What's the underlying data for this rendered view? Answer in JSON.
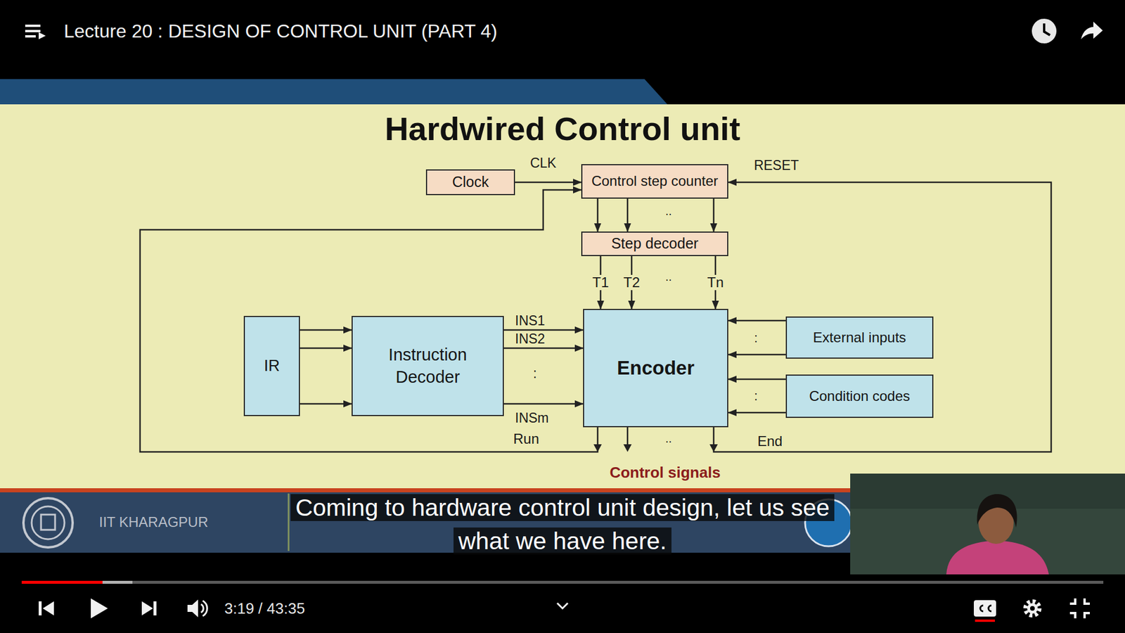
{
  "diagram": {
    "title": "Hardwired Control unit",
    "nodes": [
      {
        "text": [
          "Clock"
        ]
      },
      {
        "text": [
          "Control step counter"
        ]
      },
      {
        "text": [
          "Step decoder"
        ]
      },
      {
        "text": [
          "IR"
        ]
      },
      {
        "text": [
          "Instruction Decoder"
        ]
      },
      {
        "text": [
          "Encoder"
        ]
      },
      {
        "text": [
          "External inputs"
        ]
      },
      {
        "text": [
          "Condition codes"
        ]
      }
    ],
    "edges": [
      {
        "from": 0,
        "to": 1,
        "arrow": "to"
      },
      {
        "from": 1,
        "to": 2,
        "arrow": "to"
      },
      {
        "from": 1,
        "to": 2,
        "arrow": "to"
      },
      {
        "from": 1,
        "to": 2,
        "arrow": "to"
      },
      {
        "from": 2,
        "to": 5,
        "label": "T1",
        "arrow": "to"
      },
      {
        "from": 2,
        "to": 5,
        "label": "T2",
        "arrow": "to"
      },
      {
        "from": 2,
        "to": 5,
        "label": "Tn",
        "arrow": "to"
      },
      {
        "from": 3,
        "to": 4,
        "arrow": "to"
      },
      {
        "from": 3,
        "to": 4,
        "arrow": "to"
      },
      {
        "from": 3,
        "to": 4,
        "arrow": "to"
      },
      {
        "from": 4,
        "to": 5,
        "arrow": "to"
      },
      {
        "from": 4,
        "to": 5,
        "arrow": "to"
      },
      {
        "from": 4,
        "to": 5,
        "arrow": "to"
      },
      {
        "from": 6,
        "to": 5,
        "arrow": "to"
      },
      {
        "from": 6,
        "to": 5,
        "arrow": "to"
      },
      {
        "from": 7,
        "to": 5,
        "arrow": "to"
      },
      {
        "from": 7,
        "to": 5,
        "arrow": "to"
      },
      {
        "from": 5,
        "to": 1,
        "arrow": "to"
      },
      {
        "from": 5,
        "to": 1,
        "arrow": "to"
      }
    ],
    "labels": [
      "Lecture 20 : DESIGN OF CONTROL UNIT (PART 4)",
      "CLK",
      "RESET",
      "..",
      "..",
      "INS1",
      "INS2",
      ":",
      "INSm",
      ":",
      ":",
      "Run",
      "..",
      "End",
      "Control signals",
      "IIT KHARAGPUR",
      "Coming to hardware control unit design, let us see what we have here.",
      "3:19 / 43:35"
    ]
  }
}
